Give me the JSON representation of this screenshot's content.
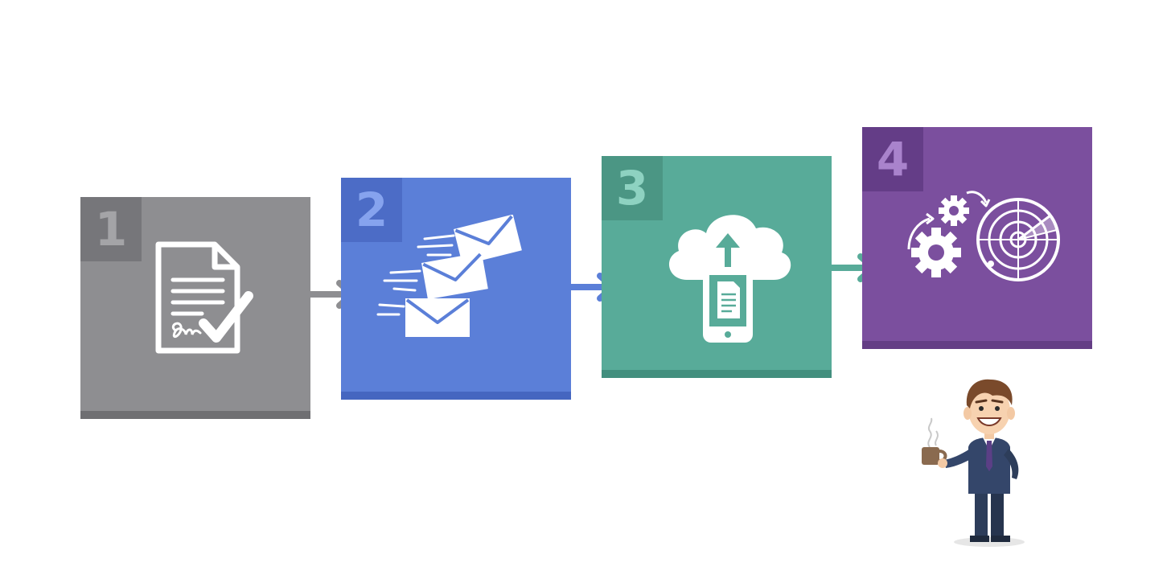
{
  "steps": [
    {
      "number": "1",
      "icon": "signed-document-icon",
      "color": "#8e8e91"
    },
    {
      "number": "2",
      "icon": "sending-emails-icon",
      "color": "#5b7fd8"
    },
    {
      "number": "3",
      "icon": "cloud-upload-phone-icon",
      "color": "#58ab99"
    },
    {
      "number": "4",
      "icon": "gears-radar-icon",
      "color": "#7b4f9e"
    }
  ],
  "connectors": [
    {
      "from": "1",
      "to": "2",
      "color": "#8e8e91"
    },
    {
      "from": "2",
      "to": "3",
      "color": "#5b7fd8"
    },
    {
      "from": "3",
      "to": "4",
      "color": "#58ab99"
    }
  ],
  "illustration": {
    "icon": "businessman-with-coffee-icon"
  }
}
